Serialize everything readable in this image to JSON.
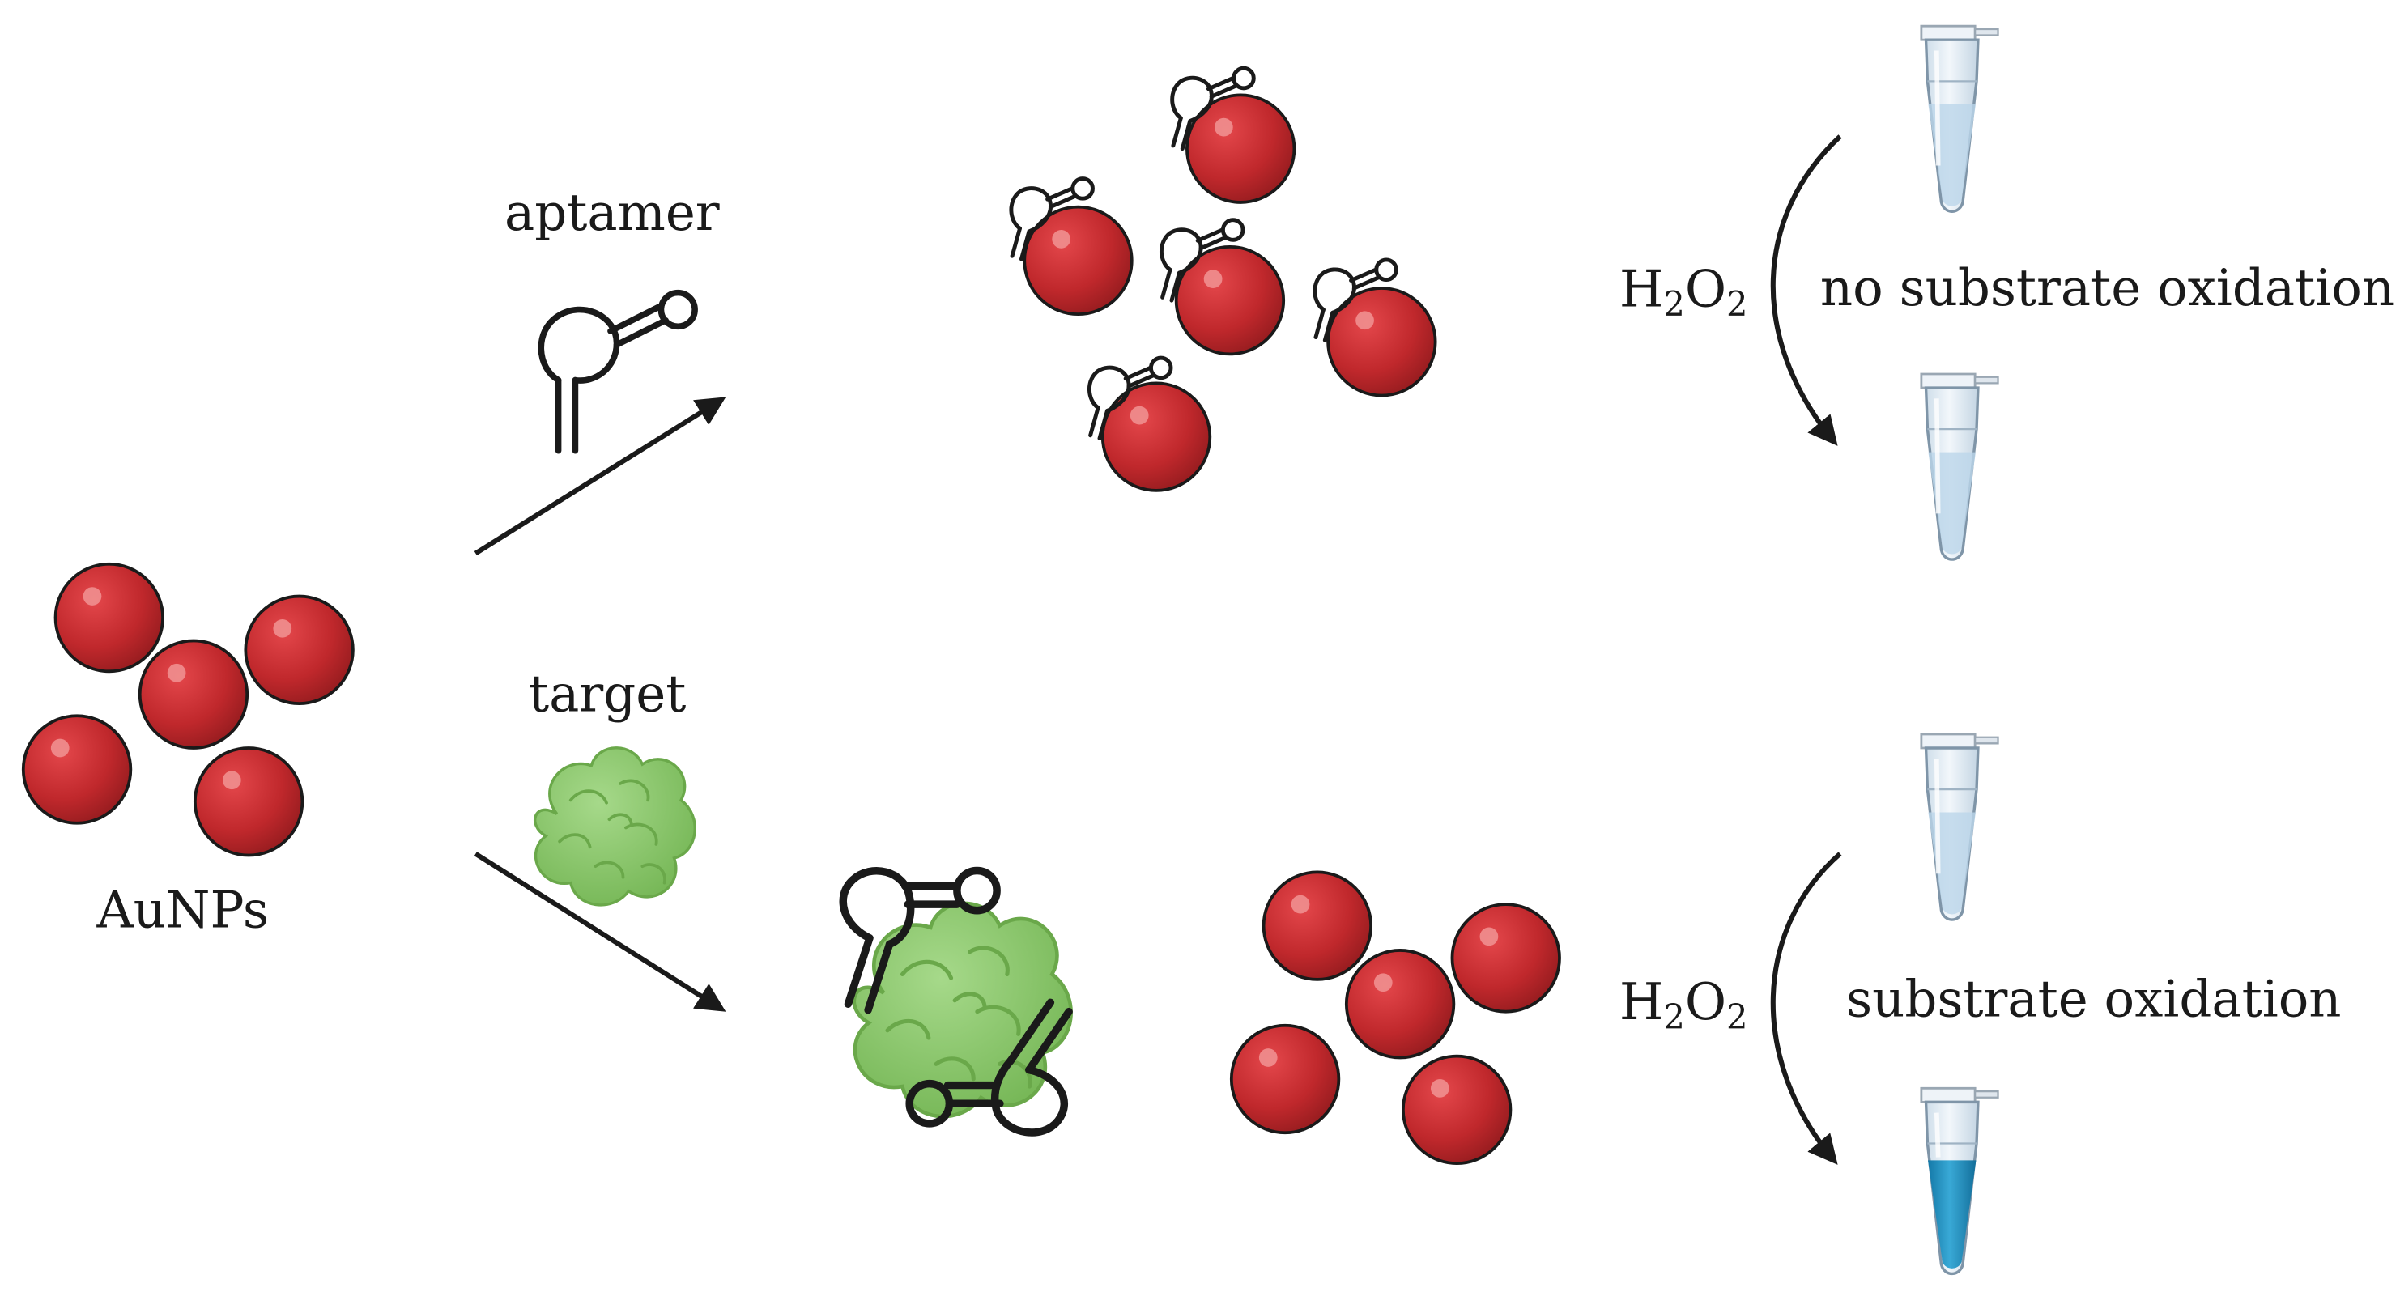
{
  "labels": {
    "aunps": "AuNPs",
    "aptamer": "aptamer",
    "target": "target",
    "h2o2_prefix": "H",
    "h2o2_sub1": "2",
    "h2o2_mid": "O",
    "h2o2_sub2": "2",
    "no_oxidation": "no substrate oxidation",
    "oxidation": "substrate oxidation"
  },
  "colors": {
    "particle": "#c0282c",
    "particle_dark": "#8e1a1d",
    "target_green": "#8cc96a",
    "target_dark": "#5ea042",
    "tube_clear": "#dde9f3",
    "tube_liquid_clear": "#c4dbee",
    "tube_liquid_blue": "#1f8fc1",
    "stroke": "#1a1a1a"
  },
  "icons": {
    "particle": "gold-nanoparticle-icon",
    "aptamer": "aptamer-hairpin-icon",
    "target": "protein-target-icon",
    "tube": "microcentrifuge-tube-icon",
    "arrow": "arrow-icon"
  }
}
